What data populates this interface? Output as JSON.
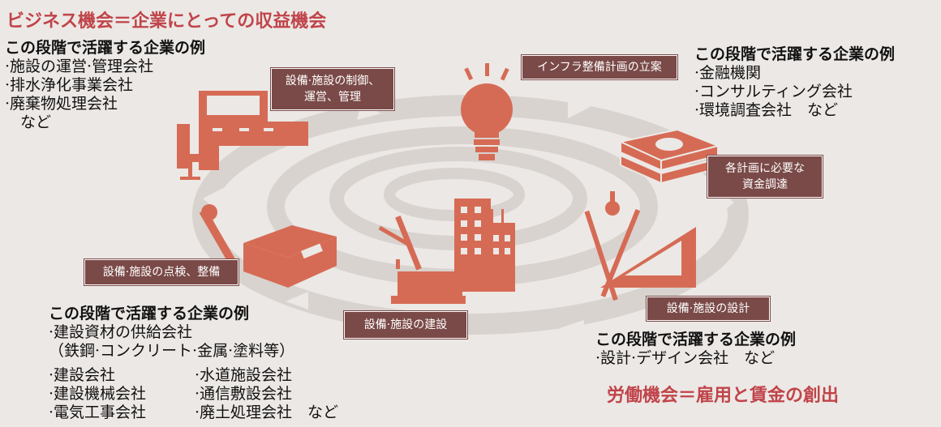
{
  "title_top": "ビジネス機会＝企業にとっての収益機会",
  "title_bottom": "労働機会＝雇用と賃金の創出",
  "colors": {
    "accent": "#d66b55",
    "box": "#7a4a48",
    "ring": "#d8d3cf",
    "title": "#c0444a"
  },
  "stages": {
    "planning": "インフラ整備計画の立案",
    "funding": [
      "各計画に必要な",
      "資金調達"
    ],
    "design": "設備·施設の設計",
    "construction": "設備·施設の建設",
    "maintenance": "設備·施設の点検、整備",
    "operation": [
      "設備·施設の制御、",
      "運営、管理"
    ]
  },
  "company_heading": "この段階で活躍する企業の例",
  "top_left": [
    "·施設の運営·管理会社",
    "·排水浄化事業会社",
    "·廃棄物処理会社",
    "　など"
  ],
  "top_right": [
    "·金融機関",
    "·コンサルティング会社",
    "·環境調査会社　など"
  ],
  "bottom_left_lines": [
    "·建設資材の供給会社",
    "（鉄鋼·コンクリート·金属·塗料等）"
  ],
  "bottom_left_col1": [
    "·建設会社",
    "·建設機械会社",
    "·電気工事会社"
  ],
  "bottom_left_col2": [
    "·水道施設会社",
    "·通信敷設会社",
    "·廃土処理会社　など"
  ],
  "bottom_right": [
    "·設計·デザイン会社　など"
  ]
}
